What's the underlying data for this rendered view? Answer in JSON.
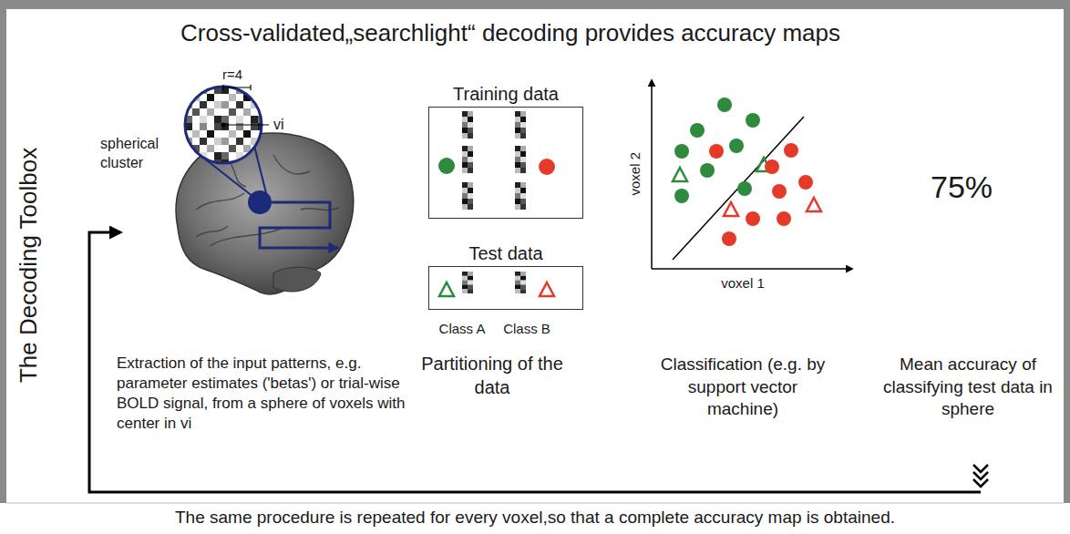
{
  "diagram": {
    "title": "Cross-validated„searchlight“ decoding provides accuracy maps",
    "caption": "The same procedure is repeated for every voxel,so that a complete accuracy map is obtained.",
    "nodes": [
      {
        "text": [
          "Training data"
        ]
      },
      {
        "text": [
          "Test data"
        ]
      }
    ],
    "labels": [
      "The Decoding Toolbox",
      "r=4",
      "spherical cluster",
      "vi",
      "Class A",
      "Class B",
      "Partitioning of the data",
      "voxel 2",
      "voxel 1",
      "75%",
      "Extraction of the input patterns, e.g. parameter estimates ('betas') or trial-wise BOLD signal, from a sphere of voxels with center in vi",
      "Classification (e.g. by support vector machine)",
      "Mean accuracy of classifying test data in sphere"
    ]
  }
}
